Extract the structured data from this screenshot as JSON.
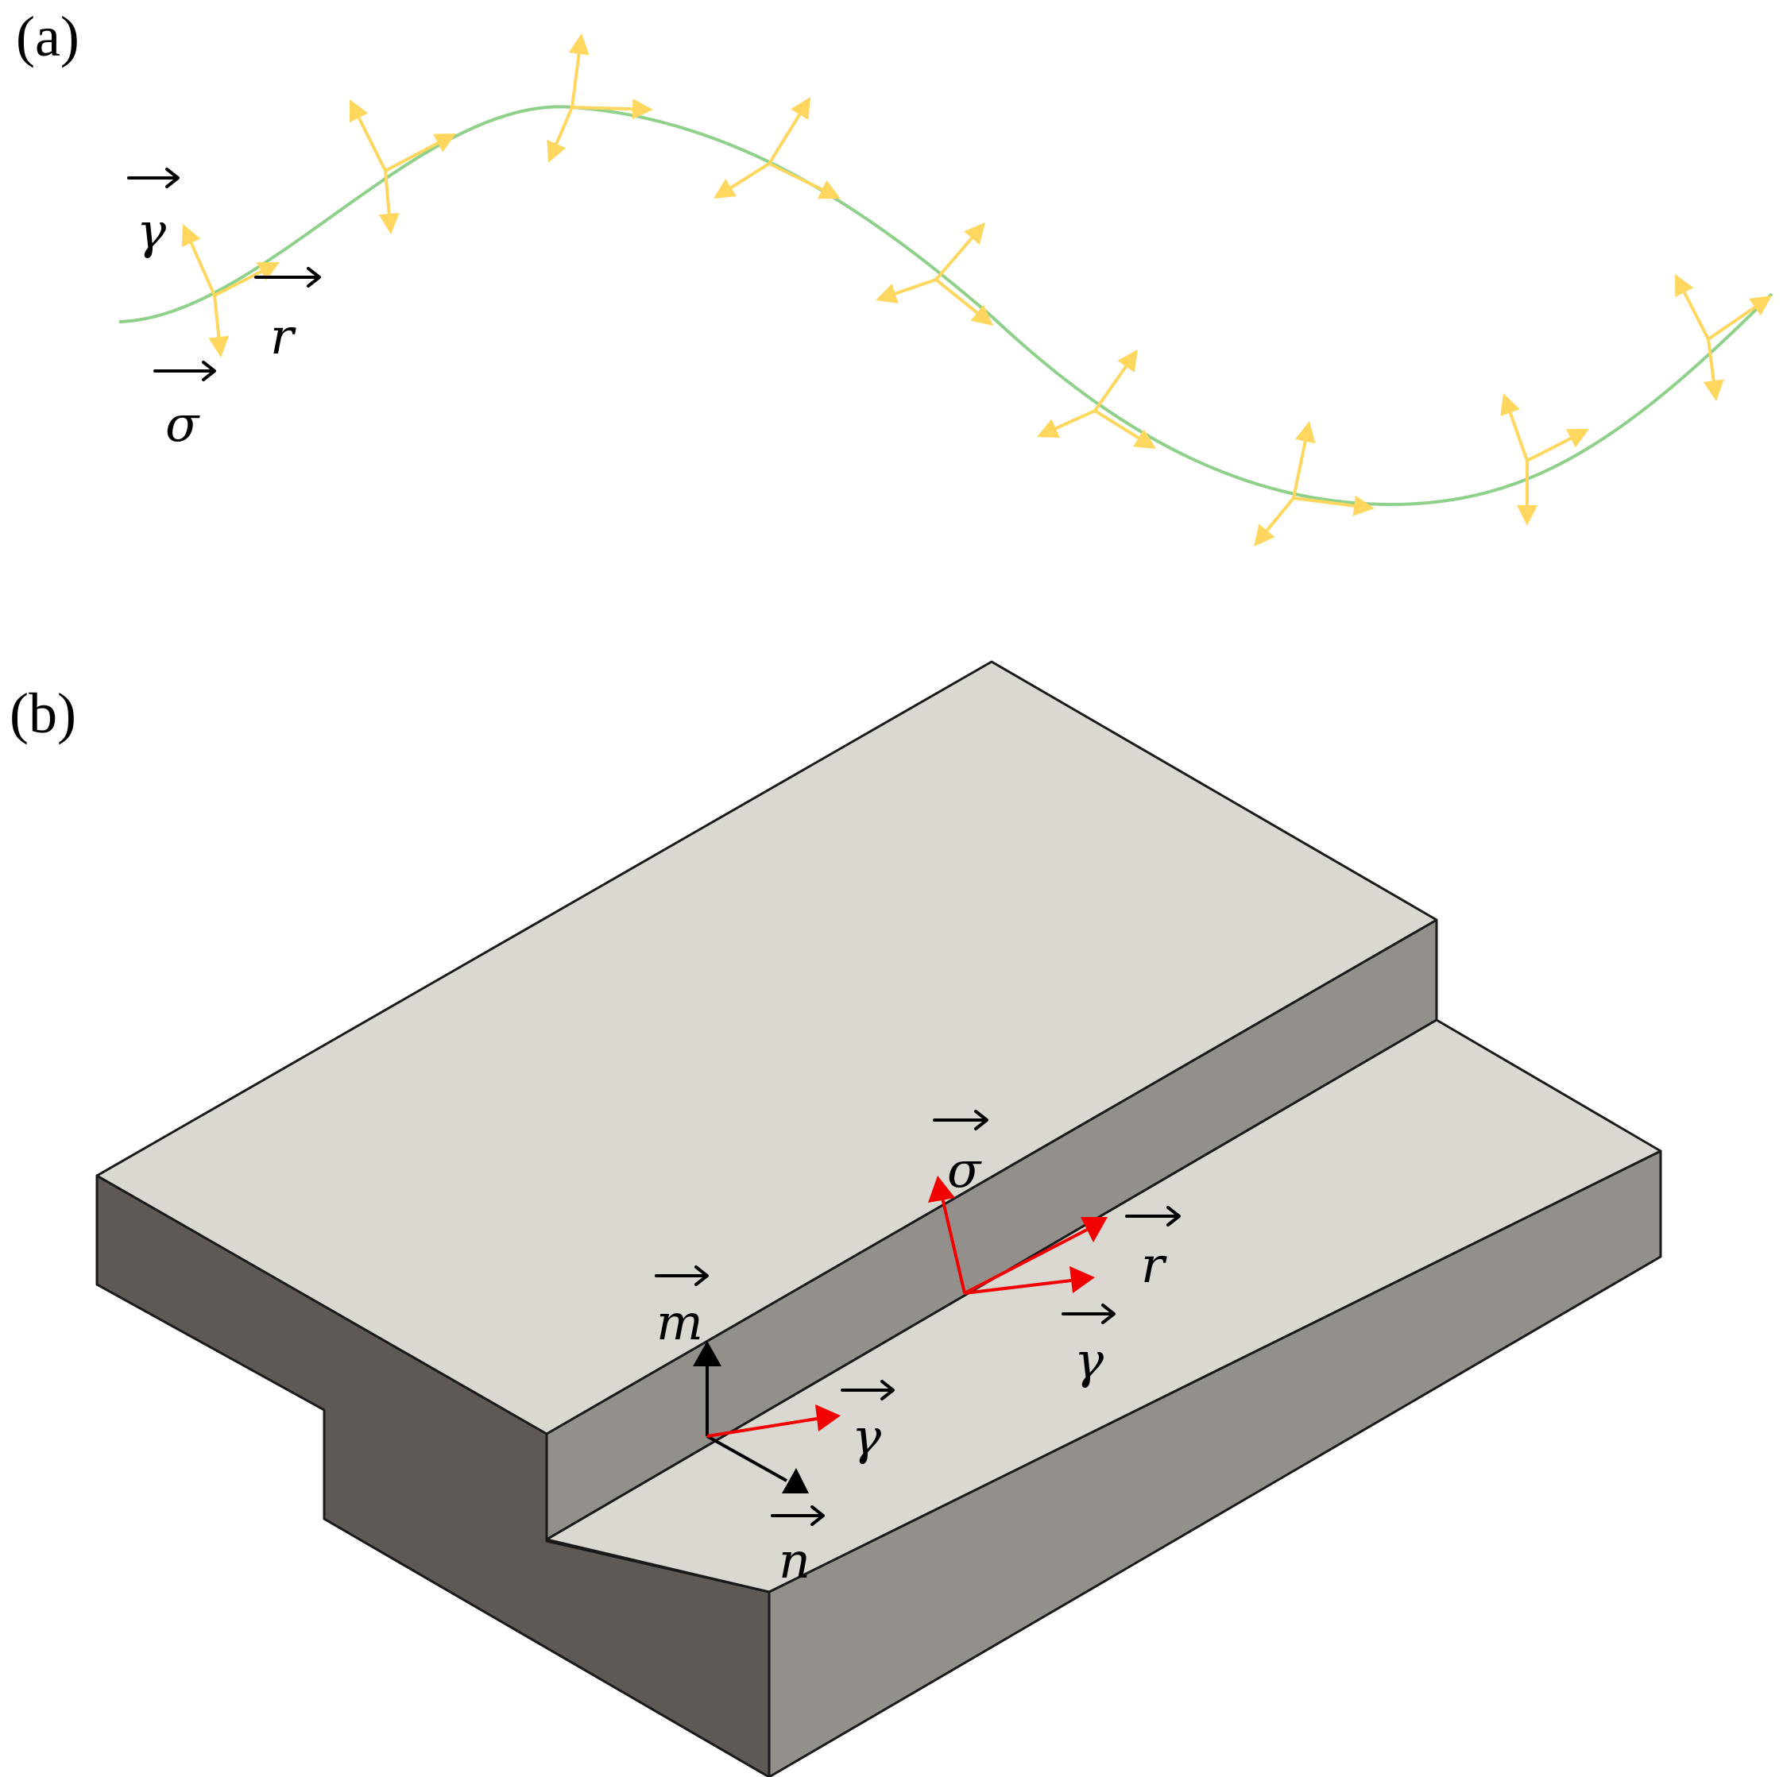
{
  "panel_a": {
    "label": "(a)",
    "legend": {
      "gamma": "γ",
      "r": "r",
      "sigma": "σ"
    }
  },
  "panel_b": {
    "label": "(b)",
    "vectors": {
      "sigma": "σ",
      "r": "r",
      "gamma_upper": "γ",
      "m": "m",
      "gamma_lower": "γ",
      "n": "n"
    }
  },
  "colors": {
    "curve": "#8fd08a",
    "frame_arrows": "#ffd75e",
    "weld_frame": "#f20000",
    "surface_frame": "#000000",
    "top_face": "#dbd7d1",
    "side_face": "#938f8a",
    "dark_face": "#5e5955"
  }
}
